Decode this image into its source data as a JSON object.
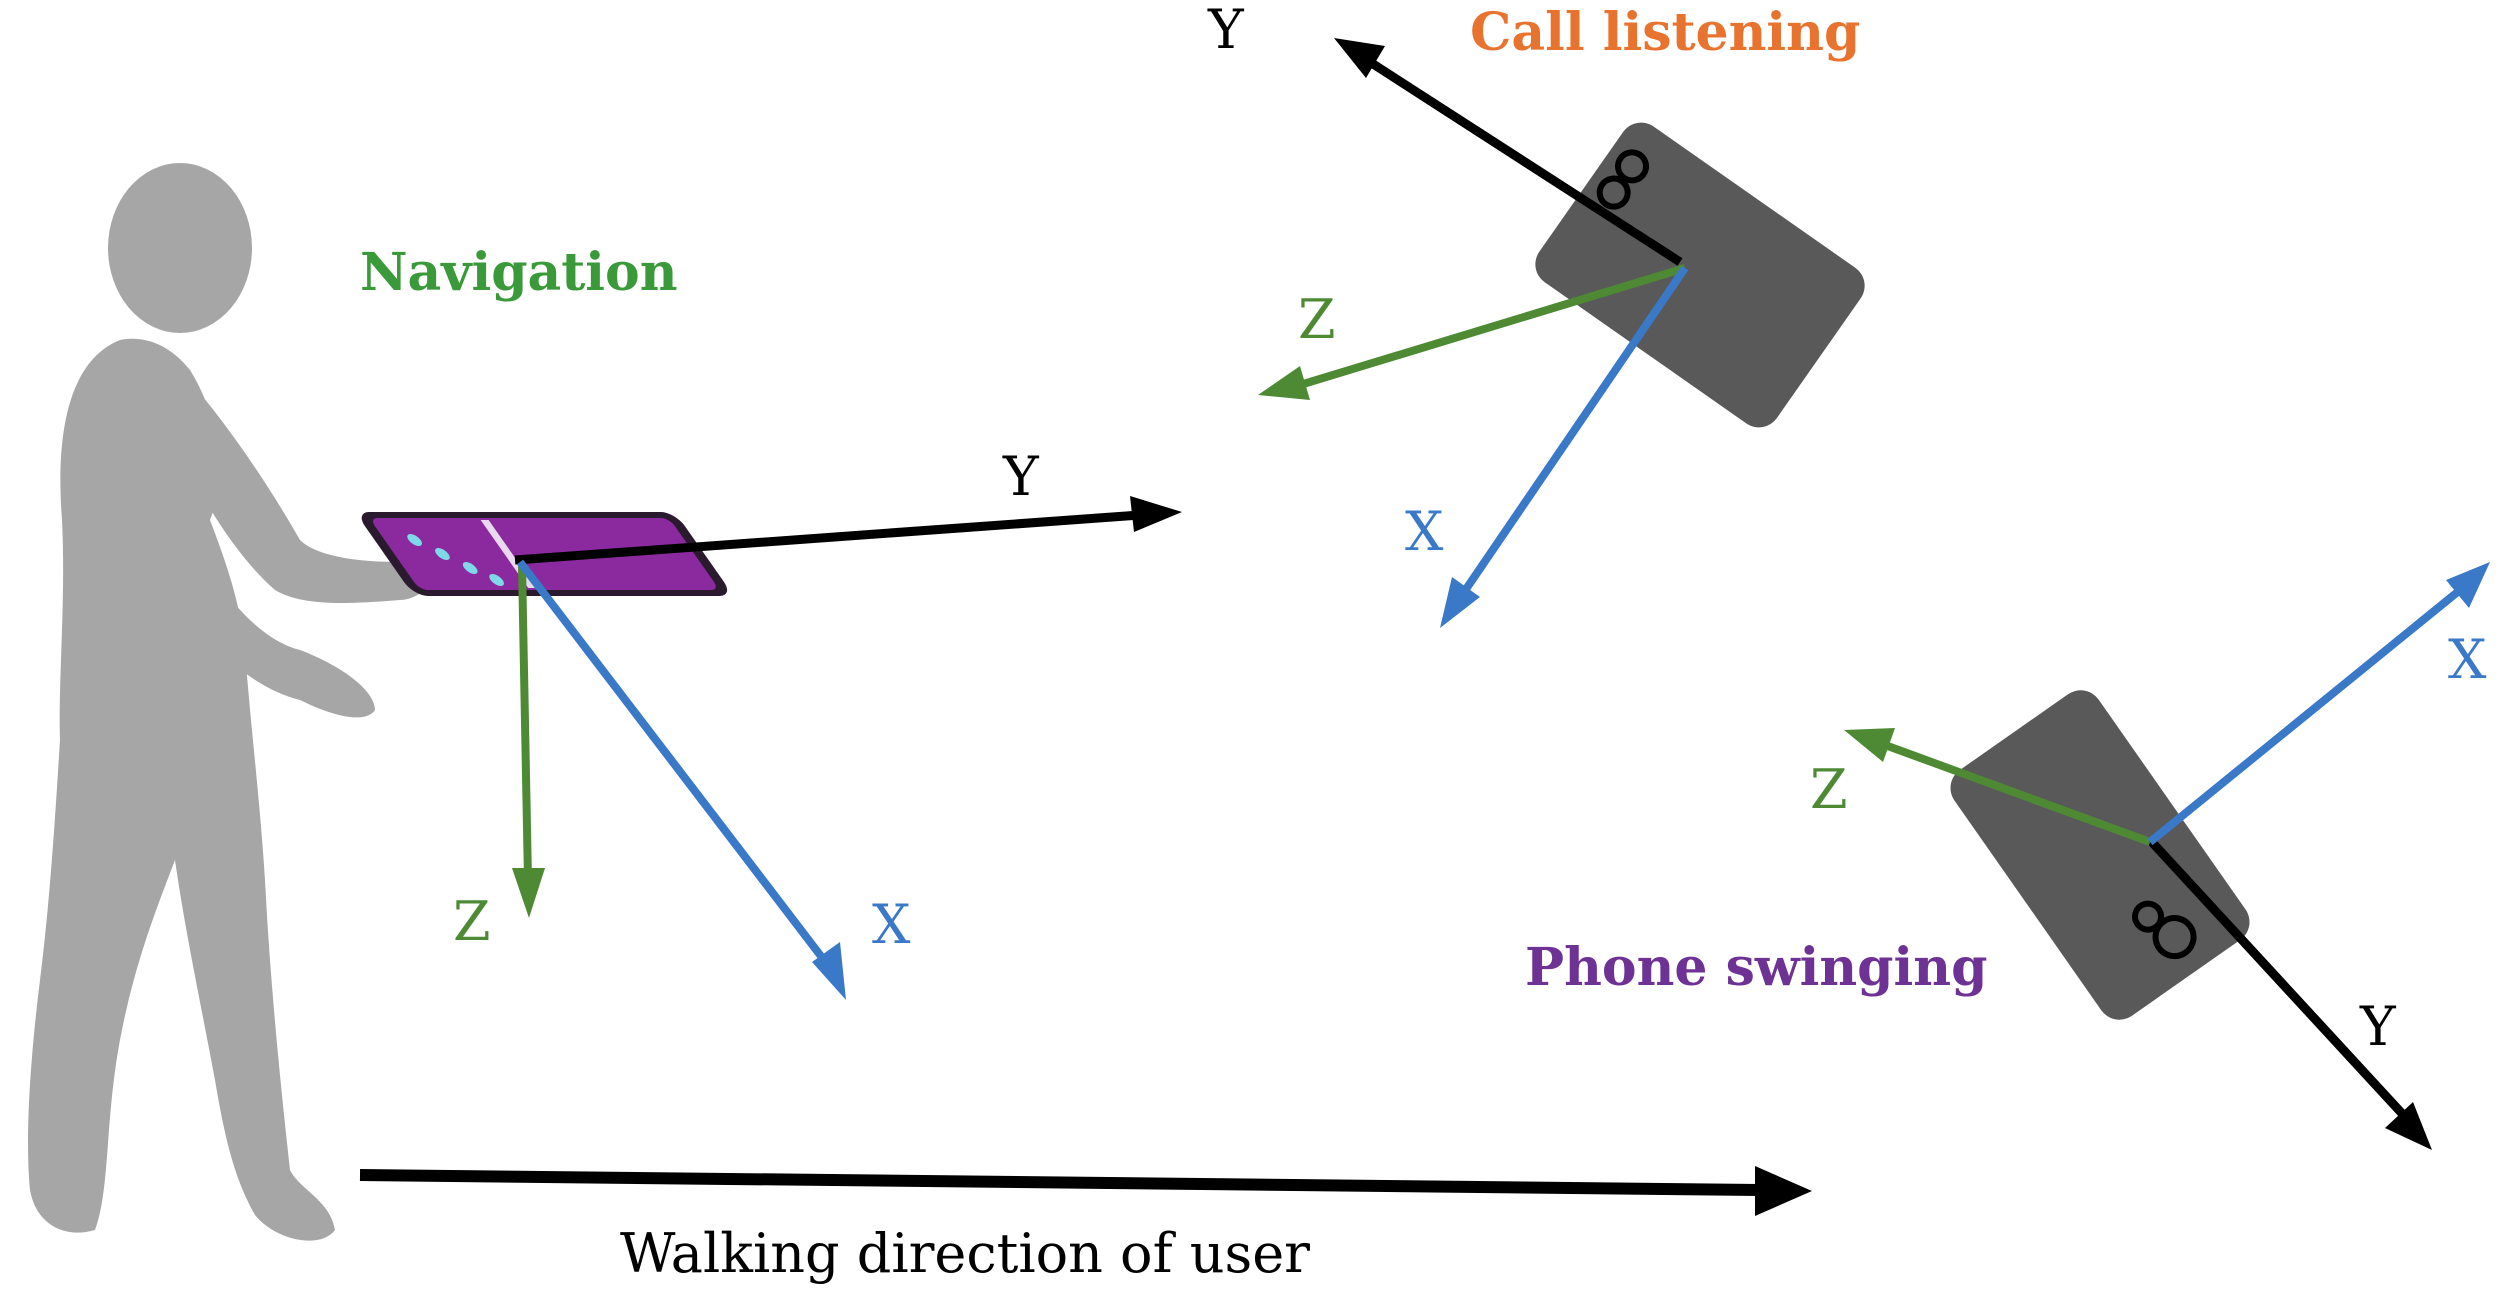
{
  "modes": {
    "navigation": "Navigation",
    "call_listening": "Call listening",
    "phone_swinging": "Phone swinging"
  },
  "walking_caption": "Walking direction of user",
  "axis_labels": {
    "navigation": {
      "x": "X",
      "y": "Y",
      "z": "Z"
    },
    "call_listening": {
      "x": "X",
      "y": "Y",
      "z": "Z"
    },
    "phone_swinging": {
      "x": "X",
      "y": "Y",
      "z": "Z"
    }
  },
  "colors": {
    "axis_x": "#3a78c8",
    "axis_y": "#000000",
    "axis_z": "#4e8a34",
    "navigation_label": "#3a9a3a",
    "call_listening_label": "#e8732e",
    "phone_swinging_label": "#6e3294",
    "user_silhouette": "#a6a6a6",
    "phone_body": "#595959",
    "phone_screen": "#8a2a9e"
  },
  "icons": [
    "user-silhouette-icon",
    "smartphone-icon",
    "phone-camera-icon"
  ]
}
